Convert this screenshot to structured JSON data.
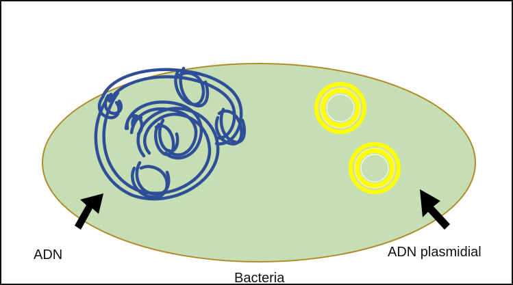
{
  "labels": {
    "chromosome": "ADN",
    "plasmid": "ADN plasmidial",
    "cell": "Bacteria"
  },
  "colors": {
    "frame": "#111111",
    "cell_fill": "#c5deb4",
    "cell_outline": "#b38a2a",
    "chromosome_strand": "#2e4f98",
    "plasmid": "#ffff00",
    "plasmid_highlight": "#fff27a",
    "arrow": "#000000"
  }
}
